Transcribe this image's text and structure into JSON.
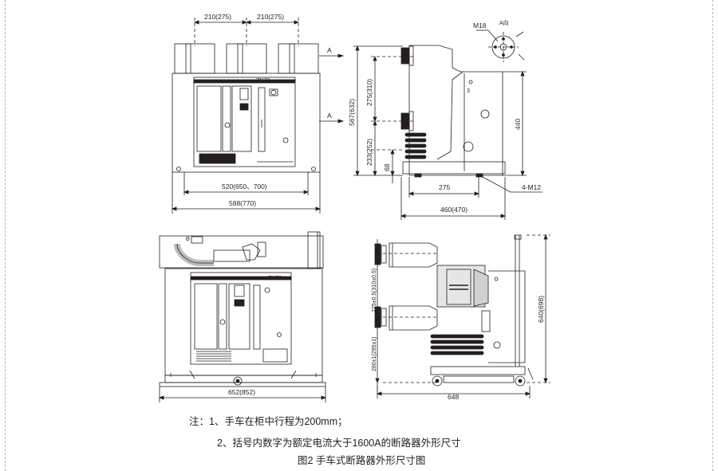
{
  "colors": {
    "line": "#231f20",
    "dash": "#b9b9b9",
    "fill_gray": "#e6e6e6",
    "fill_black": "#231f20"
  },
  "front_view": {
    "dim_pitch_left": "210(275)",
    "dim_pitch_right": "210(275)",
    "model_label": "ZN73-",
    "dim_mount": "520(650、700)",
    "dim_width": "588(770)"
  },
  "side_view": {
    "arrow_a_top": "A",
    "arrow_a_bottom": "A",
    "dim_total_height": "567(632)",
    "dim_upper": "275(310)",
    "dim_lower": "233(252)",
    "dim_base": "68",
    "dim_right_height": "440",
    "dim_foot": "275",
    "dim_depth": "460(470)",
    "bolt_label": "4-M12",
    "terminal_mark": "3",
    "detail_bolt": "M18",
    "detail_view": "A向"
  },
  "cart_front_view": {
    "model_label": "ZN73-",
    "dim_width": "652(852)"
  },
  "cart_side_view": {
    "dim_upper": "275±0.5(310±0.5)",
    "dim_lower": "280±1(295±1)",
    "dim_height": "640(698)",
    "dim_depth": "648"
  },
  "notes": {
    "line1": "注：1、手车在柜中行程为200mm；",
    "line2": "2、括号内数字为额定电流大于1600A的断路器外形尺寸"
  },
  "caption": "图2  手车式断路器外形尺寸图"
}
